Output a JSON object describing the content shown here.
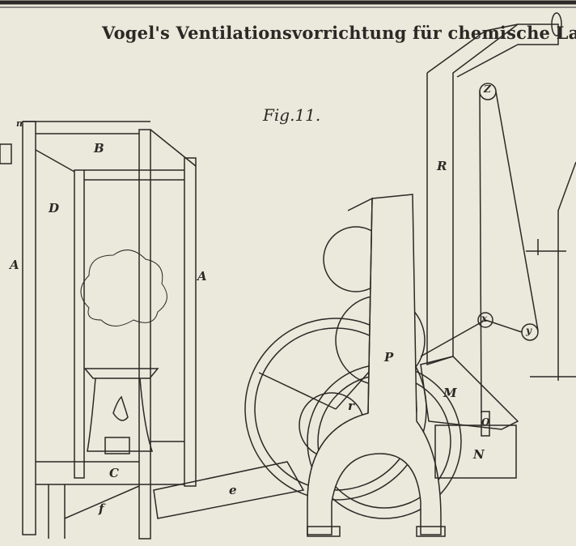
{
  "title": "Vogel's Ventilationsvorrichtung für chemische Labor",
  "figure_label": "Fig.11.",
  "labels": {
    "n": "n",
    "B": "B",
    "D": "D",
    "A_left": "A",
    "A_right": "A",
    "C": "C",
    "f": "f",
    "e": "e",
    "R": "R",
    "Z": "Z",
    "x": "x",
    "y": "y",
    "P": "P",
    "M": "M",
    "r": "r",
    "O": "O",
    "N": "N"
  },
  "colors": {
    "paper": "#ebe8dc",
    "ink": "#2b2925"
  }
}
